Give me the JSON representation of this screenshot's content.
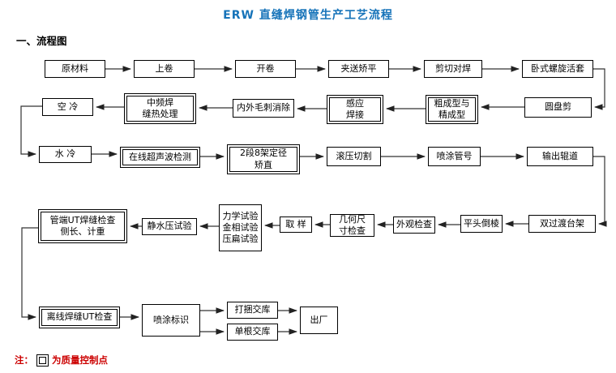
{
  "title": "ERW 直缝焊钢管生产工艺流程",
  "section_heading": "一、流程图",
  "note": {
    "prefix": "注：",
    "symbol": "double-border-square",
    "text": "为质量控制点"
  },
  "colors": {
    "title": "#1673b9",
    "note": "#cc0000",
    "box_border": "#000000",
    "connector": "#333333",
    "background": "#ffffff"
  },
  "diagram": {
    "type": "flowchart",
    "nodes": {
      "raw_material": {
        "label": "原材料",
        "quality_control_point": false
      },
      "coil_loading": {
        "label": "上卷",
        "quality_control_point": false
      },
      "uncoiling": {
        "label": "开卷",
        "quality_control_point": false
      },
      "pinch_leveling": {
        "label": "夹送矫平",
        "quality_control_point": false
      },
      "shear_butt_welding": {
        "label": "剪切对焊",
        "quality_control_point": false
      },
      "horizontal_spiral_looper": {
        "label": "卧式螺旋活套",
        "quality_control_point": false
      },
      "disc_shear": {
        "label": "圆盘剪",
        "quality_control_point": false
      },
      "rough_fine_forming": {
        "label": "粗成型与\n精成型",
        "quality_control_point": true
      },
      "induction_welding": {
        "label": "感应\n焊接",
        "quality_control_point": true
      },
      "deburring": {
        "label": "内外毛刺消除",
        "quality_control_point": false
      },
      "mf_seam_heat_treatment": {
        "label": "中频焊\n缝热处理",
        "quality_control_point": true
      },
      "air_cooling": {
        "label": "空 冷",
        "quality_control_point": false
      },
      "water_cooling": {
        "label": "水 冷",
        "quality_control_point": false
      },
      "online_ultrasonic_testing": {
        "label": "在线超声波检测",
        "quality_control_point": true
      },
      "sizing_straightening": {
        "label": "2段8架定径\n矫直",
        "quality_control_point": true
      },
      "roll_cutting": {
        "label": "滚压切割",
        "quality_control_point": false
      },
      "spray_pipe_number": {
        "label": "喷涂管号",
        "quality_control_point": false
      },
      "output_roller_table": {
        "label": "输出辊道",
        "quality_control_point": false
      },
      "double_transfer_rack": {
        "label": "双过渡台架",
        "quality_control_point": false
      },
      "facing_beveling": {
        "label": "平头倒棱",
        "quality_control_point": false
      },
      "visual_inspection": {
        "label": "外观检查",
        "quality_control_point": false
      },
      "geometric_inspection": {
        "label": "几何尺\n寸检查",
        "quality_control_point": false
      },
      "sampling": {
        "label": "取 样",
        "quality_control_point": false
      },
      "physical_tests": {
        "label": "力学试验\n金相试验\n压扁试验",
        "quality_control_point": false
      },
      "hydrostatic_test": {
        "label": "静水压试验",
        "quality_control_point": false
      },
      "pipe_end_ut": {
        "label": "管端UT焊缝检查\n侧长、计重",
        "quality_control_point": true
      },
      "offline_seam_ut": {
        "label": "离线焊缝UT检查",
        "quality_control_point": true
      },
      "spray_marking": {
        "label": "喷涂标识",
        "quality_control_point": false
      },
      "bundle_delivery": {
        "label": "打捆交库",
        "quality_control_point": false
      },
      "single_delivery": {
        "label": "单根交库",
        "quality_control_point": false
      },
      "shipment": {
        "label": "出厂",
        "quality_control_point": false
      }
    },
    "edges": [
      [
        "raw_material",
        "coil_loading"
      ],
      [
        "coil_loading",
        "uncoiling"
      ],
      [
        "uncoiling",
        "pinch_leveling"
      ],
      [
        "pinch_leveling",
        "shear_butt_welding"
      ],
      [
        "shear_butt_welding",
        "horizontal_spiral_looper"
      ],
      [
        "horizontal_spiral_looper",
        "disc_shear"
      ],
      [
        "disc_shear",
        "rough_fine_forming"
      ],
      [
        "rough_fine_forming",
        "induction_welding"
      ],
      [
        "induction_welding",
        "deburring"
      ],
      [
        "deburring",
        "mf_seam_heat_treatment"
      ],
      [
        "mf_seam_heat_treatment",
        "air_cooling"
      ],
      [
        "air_cooling",
        "water_cooling"
      ],
      [
        "water_cooling",
        "online_ultrasonic_testing"
      ],
      [
        "online_ultrasonic_testing",
        "sizing_straightening"
      ],
      [
        "sizing_straightening",
        "roll_cutting"
      ],
      [
        "roll_cutting",
        "spray_pipe_number"
      ],
      [
        "spray_pipe_number",
        "output_roller_table"
      ],
      [
        "output_roller_table",
        "double_transfer_rack"
      ],
      [
        "double_transfer_rack",
        "facing_beveling"
      ],
      [
        "facing_beveling",
        "visual_inspection"
      ],
      [
        "visual_inspection",
        "geometric_inspection"
      ],
      [
        "geometric_inspection",
        "sampling"
      ],
      [
        "sampling",
        "physical_tests"
      ],
      [
        "physical_tests",
        "hydrostatic_test"
      ],
      [
        "hydrostatic_test",
        "pipe_end_ut"
      ],
      [
        "pipe_end_ut",
        "offline_seam_ut"
      ],
      [
        "offline_seam_ut",
        "spray_marking"
      ],
      [
        "spray_marking",
        "bundle_delivery"
      ],
      [
        "spray_marking",
        "single_delivery"
      ],
      [
        "bundle_delivery",
        "shipment"
      ],
      [
        "single_delivery",
        "shipment"
      ]
    ]
  }
}
